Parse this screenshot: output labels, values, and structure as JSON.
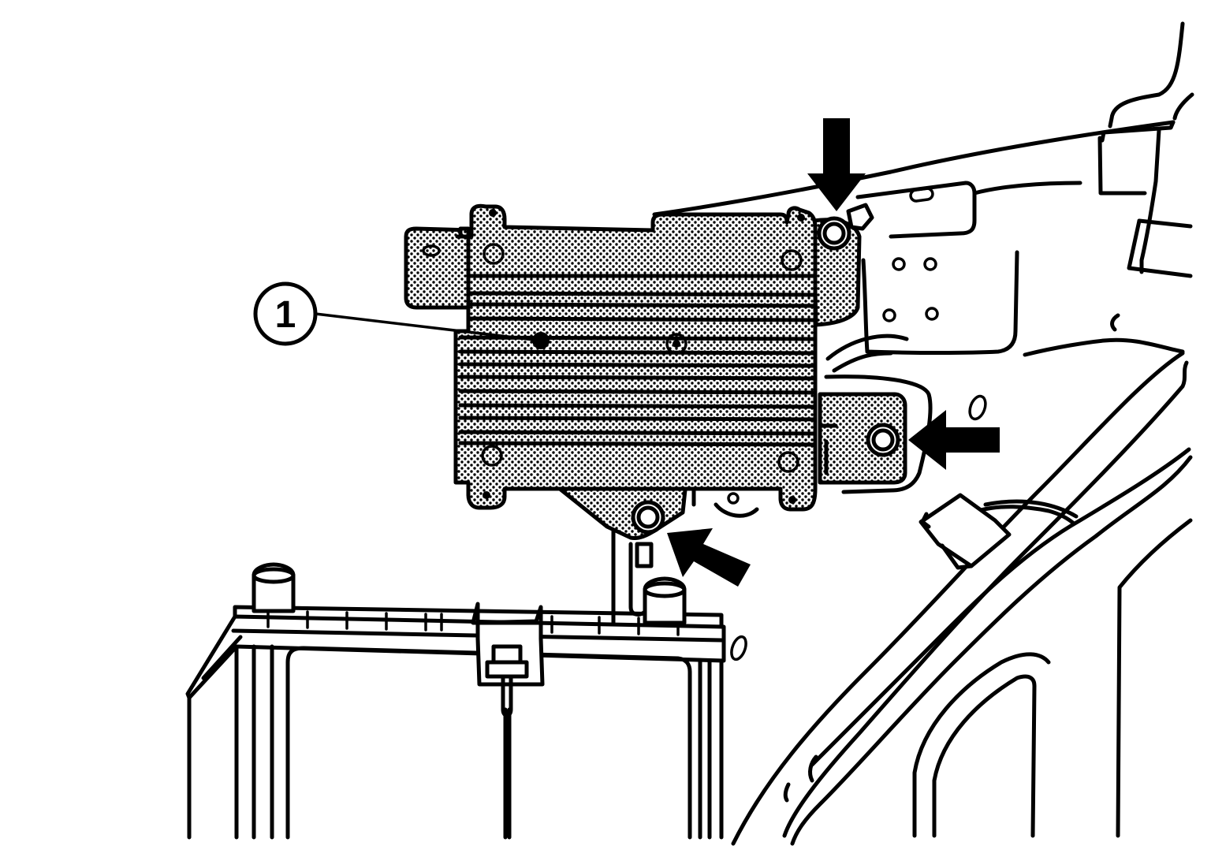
{
  "figure": {
    "callouts": [
      {
        "id": "callout-1",
        "label": "1"
      }
    ],
    "arrows": [
      {
        "id": "arrow-top",
        "direction": "down"
      },
      {
        "id": "arrow-right",
        "direction": "left"
      },
      {
        "id": "arrow-bottom",
        "direction": "up-left"
      }
    ],
    "colors": {
      "ink": "#000000",
      "paper": "#ffffff"
    }
  }
}
